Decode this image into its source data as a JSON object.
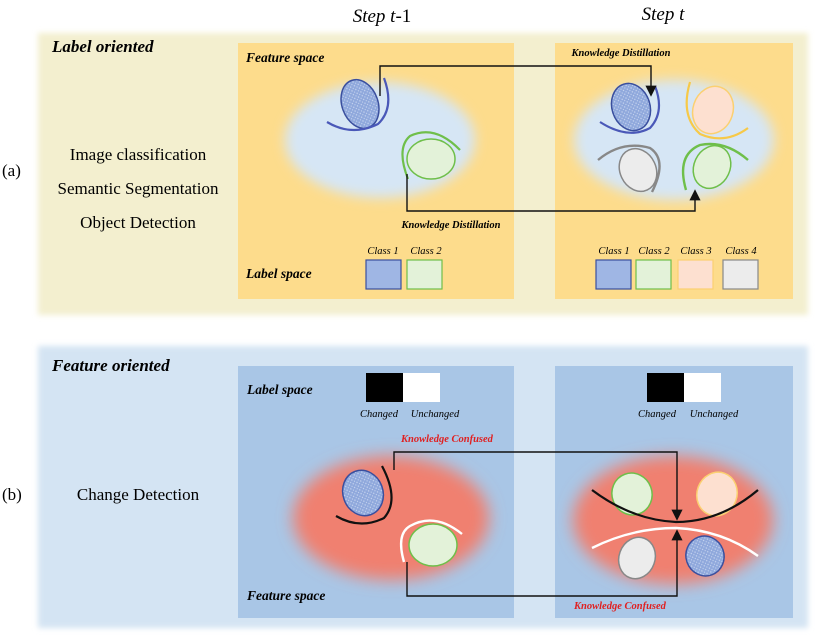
{
  "header": {
    "step_prev": "Step t-1",
    "step_prev_var": "t",
    "step_prev_suffix": "-1",
    "step_prev_pre": "Step ",
    "step_curr": "Step t",
    "step_curr_pre": "Step ",
    "step_curr_var": "t"
  },
  "panel_a": {
    "marker": "(a)",
    "title": "Label oriented",
    "tasks": [
      "Image classification",
      "Semantic Segmentation",
      "Object Detection"
    ],
    "feature_space": "Feature space",
    "label_space": "Label space",
    "kd_top": "Knowledge Distillation",
    "kd_bottom": "Knowledge Distillation",
    "classes_prev": [
      "Class 1",
      "Class 2"
    ],
    "classes_curr": [
      "Class 1",
      "Class 2",
      "Class 3",
      "Class 4"
    ]
  },
  "panel_b": {
    "marker": "(b)",
    "title": "Feature oriented",
    "task": "Change Detection",
    "label_space": "Label space",
    "feature_space": "Feature space",
    "kc_top": "Knowledge Confused",
    "kc_bottom": "Knowledge Confused",
    "changed": "Changed",
    "unchanged": "Unchanged"
  },
  "colors": {
    "panel_a_bg": "#f3efcf",
    "panel_a_box": "#fddc8c",
    "panel_b_bg": "#d4e4f3",
    "panel_b_box": "#a9c6e6",
    "feature_blob_a": "#d6e6f5",
    "feature_blob_b": "#f08070",
    "class1": "#9fb6e4",
    "class2": "#e3f2d9",
    "class3": "#fde0d0",
    "class4": "#ececec",
    "red_text": "#e02020"
  }
}
